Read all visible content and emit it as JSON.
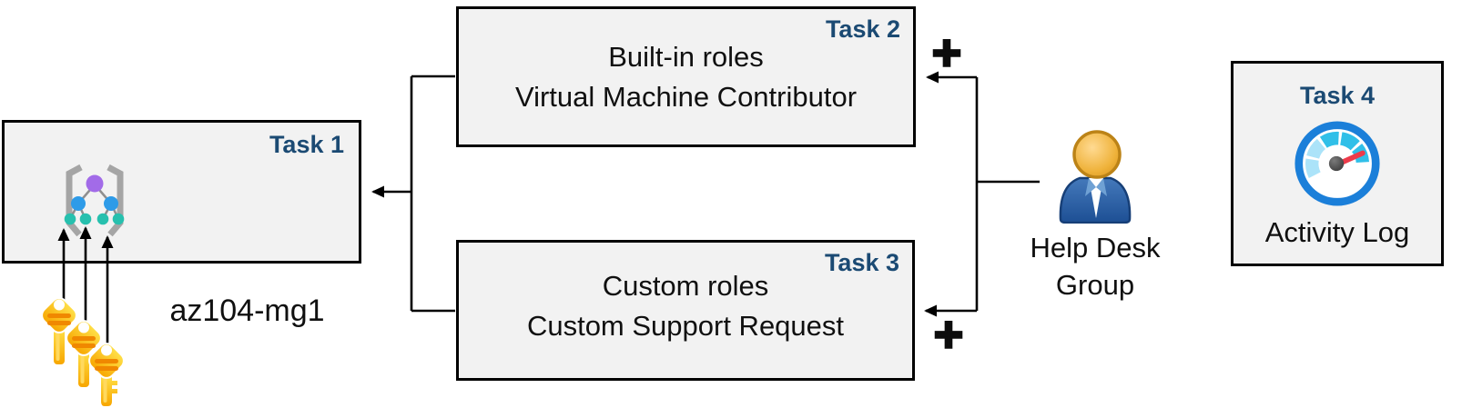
{
  "diagram": {
    "boxes": {
      "task1": {
        "label": "Task 1",
        "title": "az104-mg1"
      },
      "task2": {
        "label": "Task 2",
        "line1": "Built-in roles",
        "line2": "Virtual Machine Contributor"
      },
      "task3": {
        "label": "Task 3",
        "line1": "Custom roles",
        "line2": "Custom Support Request"
      },
      "task4": {
        "label": "Task 4",
        "title": "Activity Log"
      }
    },
    "annotations": {
      "plus_top": "+",
      "plus_bottom": "+",
      "help_desk": "Help Desk Group"
    },
    "icons": {
      "task1_icon": "management-group-icon",
      "task1_keys": "keys-icon",
      "helpdesk_icon": "user-person-icon",
      "task4_icon": "activity-log-gauge-icon"
    },
    "colors": {
      "box_fill": "#f2f2f2",
      "box_border": "#000000",
      "task_label_blue": "#1b4a73",
      "body_text": "#101010",
      "connector": "#000000",
      "key_gold": "#ffc32b",
      "key_stripe_orange": "#f08800",
      "person_blue": "#2f64a8",
      "person_head_gold": "#e8a83b",
      "gauge_ring_blue": "#1b7fd9",
      "gauge_teal": "#30bfe8",
      "gauge_pale_blue": "#abe3f9",
      "gauge_needle_red": "#ed3b4b",
      "mg_purple": "#a26be8",
      "mg_blue": "#2e9be8",
      "mg_teal": "#27c0ae",
      "mg_bracket_gray": "#a5a5a5"
    }
  }
}
